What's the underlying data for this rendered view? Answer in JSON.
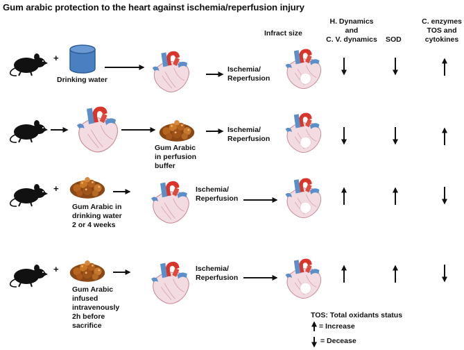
{
  "title": "Gum arabic protection to the heart against ischemia/reperfusion injury",
  "headers": {
    "infarct": "Infract size",
    "hdyn_1": "H. Dynamics",
    "hdyn_2": "and",
    "hdyn_3": "C. V. dynamics",
    "sod": "SOD",
    "cenz_1": "C. enzymes",
    "cenz_2": "TOS  and",
    "cenz_3": "cytokines"
  },
  "rows": [
    {
      "treatment_lines": [
        "Drinking water"
      ],
      "ischemia_1": "Ischemia/",
      "ischemia_2": "Reperfusion",
      "hdyn": "down",
      "sod": "down",
      "cenz": "up"
    },
    {
      "treatment_lines": [
        "Gum Arabic",
        "in perfusion",
        "buffer"
      ],
      "ischemia_1": "Ischemia/",
      "ischemia_2": "Reperfusion",
      "hdyn": "down",
      "sod": "down",
      "cenz": "up"
    },
    {
      "treatment_lines": [
        "Gum Arabic in",
        "drinking water",
        "2 or 4 weeks"
      ],
      "ischemia_1": "Ischemia/",
      "ischemia_2": "Reperfusion",
      "hdyn": "up",
      "sod": "up",
      "cenz": "down"
    },
    {
      "treatment_lines": [
        "Gum Arabic",
        "infused",
        "intravenously",
        "2h before",
        "sacrifice"
      ],
      "ischemia_1": "Ischemia/",
      "ischemia_2": "Reperfusion",
      "hdyn": "up",
      "sod": "up",
      "cenz": "down"
    }
  ],
  "plus_sign": "+",
  "legend": {
    "tos": "TOS: Total oxidants status",
    "increase": "= Increase",
    "decrease": "= Decease"
  },
  "colors": {
    "heart_red": "#d9352a",
    "heart_blue": "#5b8fc9",
    "heart_pink": "#f1d9df",
    "water_blue": "#4a7fc1",
    "gum_brown": "#a35a1f"
  }
}
